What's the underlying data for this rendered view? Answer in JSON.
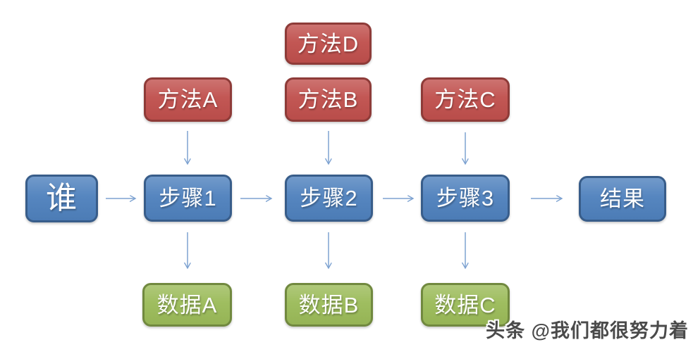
{
  "diagram": {
    "type": "flowchart",
    "nodes": {
      "method_d": {
        "label": "方法D",
        "type": "method"
      },
      "method_a": {
        "label": "方法A",
        "type": "method"
      },
      "method_b": {
        "label": "方法B",
        "type": "method"
      },
      "method_c": {
        "label": "方法C",
        "type": "method"
      },
      "who": {
        "label": "谁",
        "type": "subject"
      },
      "step1": {
        "label": "步骤1",
        "type": "step"
      },
      "step2": {
        "label": "步骤2",
        "type": "step"
      },
      "step3": {
        "label": "步骤3",
        "type": "step"
      },
      "result": {
        "label": "结果",
        "type": "step"
      },
      "data_a": {
        "label": "数据A",
        "type": "data"
      },
      "data_b": {
        "label": "数据B",
        "type": "data"
      },
      "data_c": {
        "label": "数据C",
        "type": "data"
      }
    },
    "edges": [
      {
        "from": "who",
        "to": "step1",
        "direction": "right"
      },
      {
        "from": "step1",
        "to": "step2",
        "direction": "right"
      },
      {
        "from": "step2",
        "to": "step3",
        "direction": "right"
      },
      {
        "from": "step3",
        "to": "result",
        "direction": "right"
      },
      {
        "from": "method_a",
        "to": "step1",
        "direction": "down"
      },
      {
        "from": "method_b",
        "to": "step2",
        "direction": "down"
      },
      {
        "from": "method_c",
        "to": "step3",
        "direction": "down"
      },
      {
        "from": "step1",
        "to": "data_a",
        "direction": "down"
      },
      {
        "from": "step2",
        "to": "data_b",
        "direction": "down"
      },
      {
        "from": "step3",
        "to": "data_c",
        "direction": "down"
      }
    ]
  },
  "colors": {
    "method_fill": "#C0504D",
    "method_border": "#8E3B38",
    "step_fill": "#4F81BD",
    "step_border": "#385D8A",
    "data_fill": "#9BBB59",
    "data_border": "#71893F",
    "arrow": "#7DA2D1",
    "watermark_color": "#4A4A4A"
  },
  "watermark": {
    "text": "头条 @我们都很努力着"
  }
}
